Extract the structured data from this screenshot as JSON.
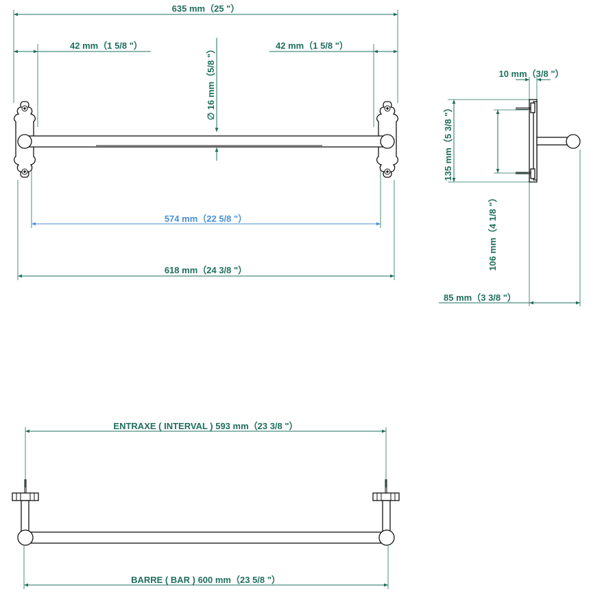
{
  "colors": {
    "dimension": "#1e6e5c",
    "dimension_highlight": "#4a8fd4",
    "part": "#111111",
    "background": "#ffffff"
  },
  "front_view": {
    "overall_width": "635 mm（25 \"）",
    "left_plate_width": "42 mm（1 5/8 \"）",
    "right_plate_width": "42 mm（1 5/8 \"）",
    "bar_diameter": "∅ 16 mm（5/8 \"）",
    "bar_length": "574 mm（22 5/8 \"）",
    "outer_width": "618 mm（24 3/8 \"）"
  },
  "side_view": {
    "plate_thickness": "10 mm（3/8 \"）",
    "plate_height": "135 mm（5 3/8 \"）",
    "bar_height": "106 mm（4 1/8 \"）",
    "projection": "85 mm（3 3/8 \"）"
  },
  "top_view": {
    "interval": "ENTRAXE ( INTERVAL )  593 mm（23 3/8 \"）",
    "bar": "BARRE ( BAR )  600 mm（23 5/8 \"）"
  }
}
